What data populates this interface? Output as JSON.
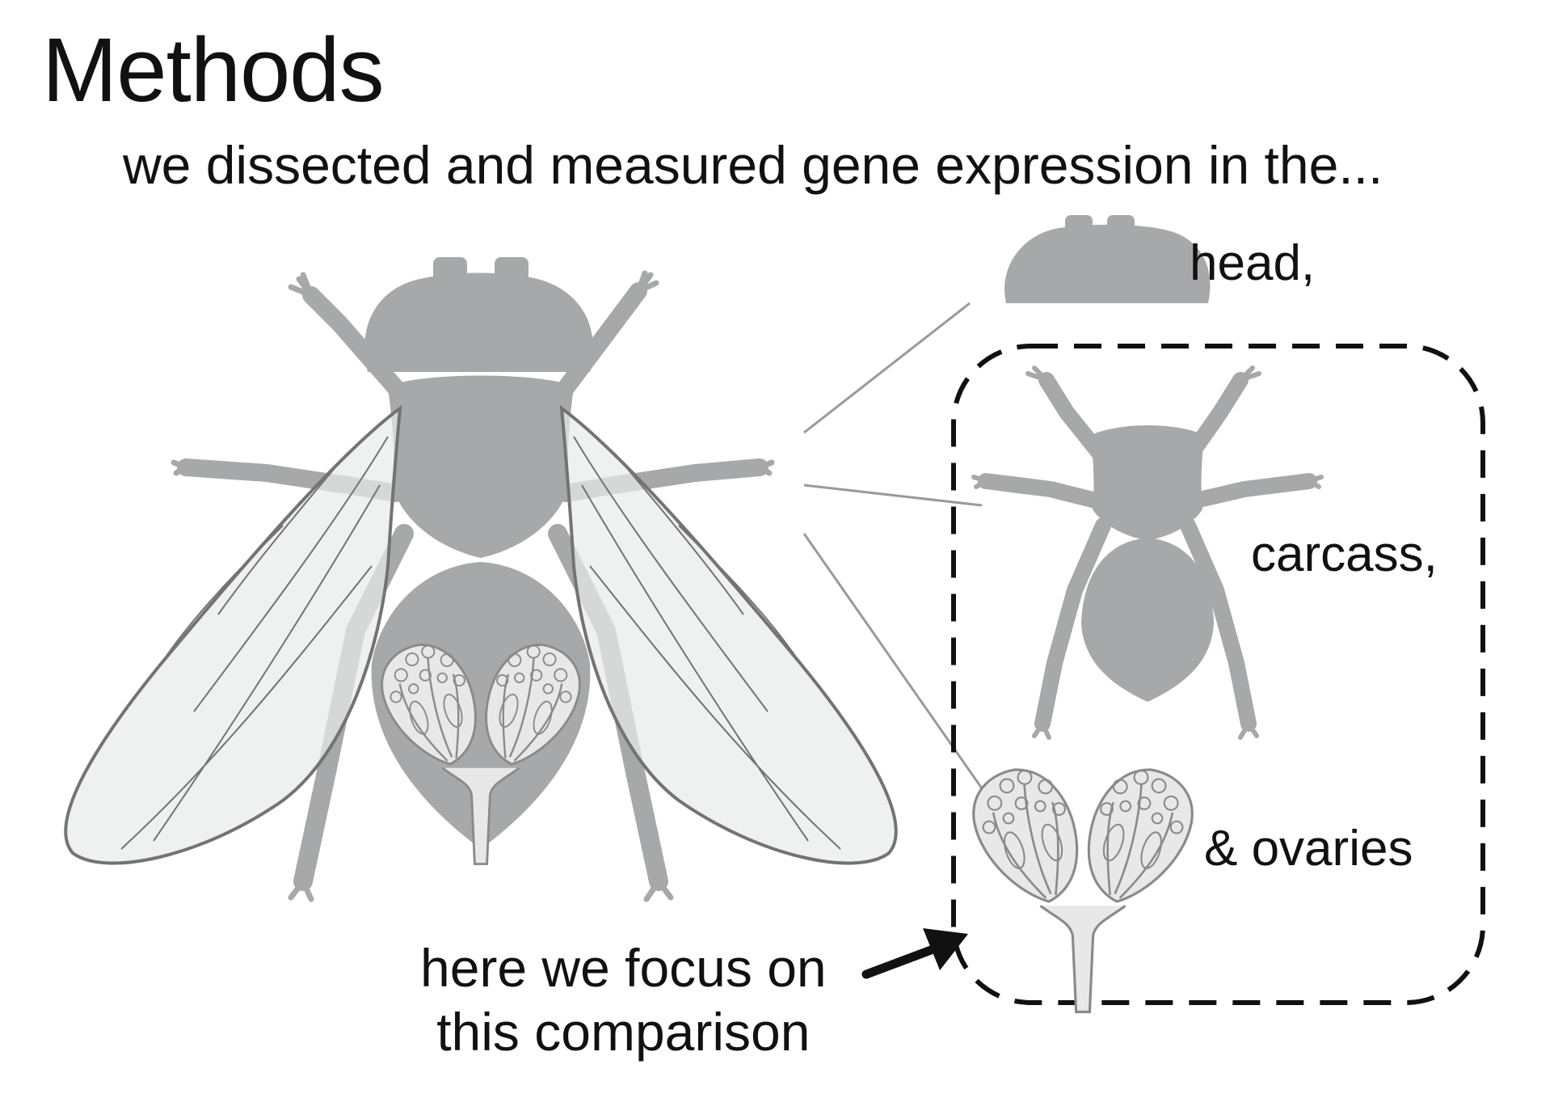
{
  "title": "Methods",
  "subtitle": "we dissected and measured gene expression in the...",
  "labels": {
    "head": "head,",
    "carcass": "carcass,",
    "ovaries": "& ovaries"
  },
  "focus_note": {
    "line1": "here we focus on",
    "line2": "this comparison"
  },
  "colors": {
    "body_gray": "#a7a8aa",
    "wing_fill": "#e9eaea",
    "wing_vein": "#737373",
    "ovary_fill": "#e8e8e8",
    "ovary_line": "#8a8a8a",
    "connector": "#9a9a9a",
    "dashed_box": "#111111",
    "arrow": "#111111"
  }
}
